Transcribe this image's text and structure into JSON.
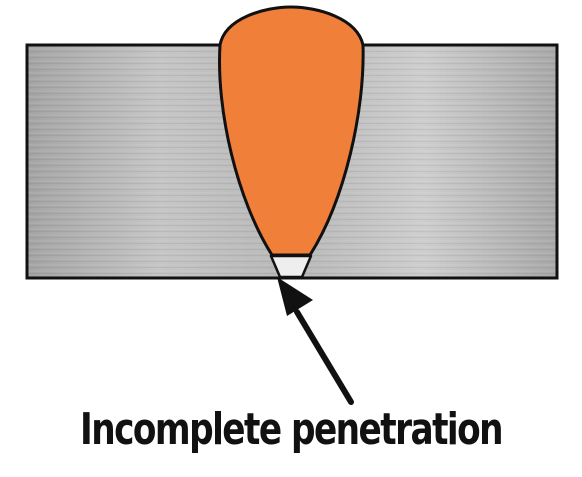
{
  "diagram": {
    "caption": "Incomplete penetration",
    "colors": {
      "weld_bead": "#F07F3A",
      "base_metal_light": "#c9c9c9",
      "base_metal_dark": "#9a9a9a",
      "unfused_root": "#eeeeee",
      "outline": "#111111"
    },
    "parts": [
      "base-plate",
      "weld-bead",
      "unfused-root-gap",
      "pointer-arrow"
    ]
  }
}
